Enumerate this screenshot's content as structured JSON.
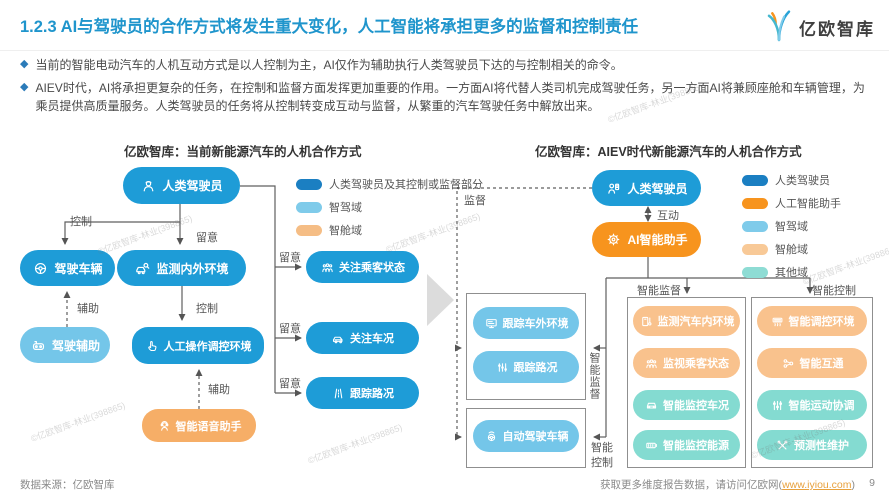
{
  "page": {
    "title": "1.2.3 AI与驾驶员的合作方式将发生重大变化，人工智能将承担更多的监督和控制责任",
    "logo_text": "亿欧智库",
    "bullets": [
      "当前的智能电动汽车的人机互动方式是以人控制为主，AI仅作为辅助执行人类驾驶员下达的与控制相关的命令。",
      "AIEV时代，AI将承担更复杂的任务，在控制和监督方面发挥更加重要的作用。一方面AI将代替人类司机完成驾驶任务，另一方面AI将兼顾座舱和车辆管理，为乘员提供高质量服务。人类驾驶员的任务将从控制转变成互动与监督，从繁重的汽车驾驶任务中解放出来。"
    ],
    "watermark": "©亿欧智库-林业(398865)",
    "footer": {
      "source": "数据来源：亿欧智库",
      "more_prefix": "获取更多维度报告数据，请访问亿欧网(",
      "more_link": "www.iyiou.com",
      "more_suffix": ")",
      "page_number": "9"
    }
  },
  "colors": {
    "pill_blue": "#1e9cd7",
    "pill_light_blue": "#74c6e9",
    "pill_orange": "#f7941e",
    "pill_light_orange": "#f6ae67",
    "pill_peach": "#f9c28d",
    "pill_teal": "#84dbd1",
    "legend_dark_blue": "#1b7fc2",
    "legend_light_blue": "#7fcbea",
    "legend_peach_left": "#f5bd85",
    "legend_orange": "#f7941e",
    "legend_peach_right": "#f8c997",
    "legend_teal": "#8edcd4"
  },
  "edges": {
    "control": "控制",
    "attend": "留意",
    "assist": "辅助",
    "supervise": "监督",
    "interact": "互动",
    "smart_supervise": "智能监督",
    "smart_control": "智能控制"
  },
  "left_diagram": {
    "title": "亿欧智库：当前新能源汽车的人机合作方式",
    "legend": [
      {
        "label": "人类驾驶员及其控制或监督部分"
      },
      {
        "label": "智驾域"
      },
      {
        "label": "智舱域"
      }
    ],
    "nodes": {
      "human_driver": {
        "label": "人类驾驶员",
        "icon": "driver"
      },
      "drive_vehicle": {
        "label": "驾驶车辆",
        "icon": "steering-wheel"
      },
      "monitor_env": {
        "label": "监测内外环境",
        "icon": "car-search"
      },
      "manual_env": {
        "label": "人工操作调控环境",
        "icon": "hand-pointer"
      },
      "drive_assist": {
        "label": "驾驶辅助",
        "icon": "controller"
      },
      "voice_assistant": {
        "label": "智能语音助手",
        "icon": "headset-person"
      },
      "watch_passengers": {
        "label": "关注乘客状态",
        "icon": "people"
      },
      "watch_vehicle": {
        "label": "关注车况",
        "icon": "car"
      },
      "track_road": {
        "label": "跟踪路况",
        "icon": "road"
      }
    }
  },
  "right_diagram": {
    "title": "亿欧智库：AIEV时代新能源汽车的人机合作方式",
    "legend": [
      {
        "label": "人类驾驶员"
      },
      {
        "label": "人工智能助手"
      },
      {
        "label": "智驾域"
      },
      {
        "label": "智舱域"
      },
      {
        "label": "其他域"
      }
    ],
    "nodes": {
      "human_driver": {
        "label": "人类驾驶员",
        "icon": "driver-panel"
      },
      "ai_assistant": {
        "label": "AI智能助手",
        "icon": "robot"
      },
      "track_outside": {
        "label": "跟踪车外环境",
        "icon": "screen"
      },
      "track_road": {
        "label": "跟踪路况",
        "icon": "traffic-columns"
      },
      "auto_drive": {
        "label": "自动驾驶车辆",
        "icon": "auto-steering"
      },
      "monitor_cabin": {
        "label": "监测汽车内环境",
        "icon": "door-thermometer"
      },
      "monitor_passengers": {
        "label": "监视乘客状态",
        "icon": "people"
      },
      "monitor_vehicle": {
        "label": "智能监控车况",
        "icon": "car-front"
      },
      "monitor_energy": {
        "label": "智能监控能源",
        "icon": "battery"
      },
      "smart_env": {
        "label": "智能调控环境",
        "icon": "air-vent"
      },
      "smart_connect": {
        "label": "智能互通",
        "icon": "share-network"
      },
      "motion_coord": {
        "label": "智能运动协调",
        "icon": "sliders"
      },
      "predictive_maint": {
        "label": "预测性维护",
        "icon": "crossed-tools"
      }
    }
  }
}
